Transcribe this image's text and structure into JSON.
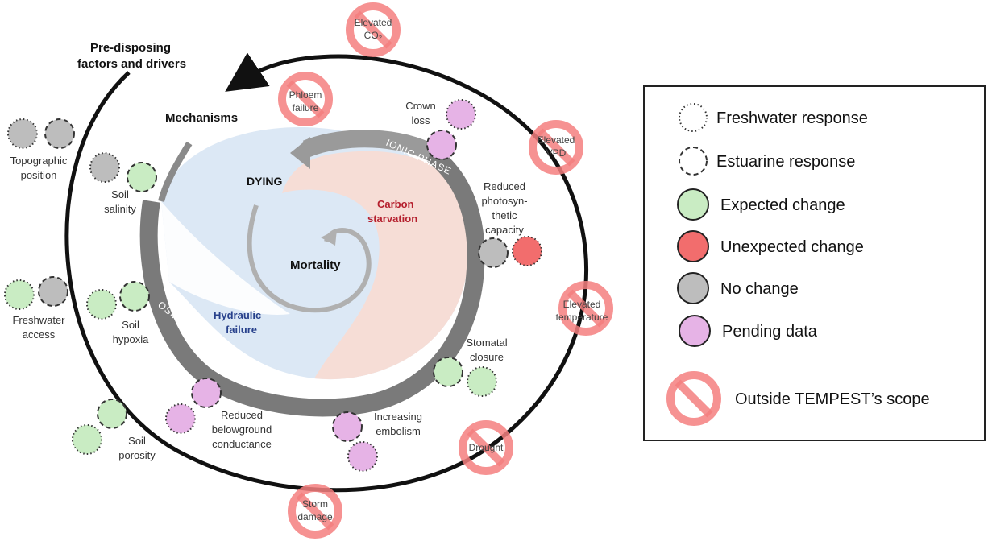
{
  "diagram": {
    "title_predisposing": [
      "Pre-disposing",
      "factors and drivers"
    ],
    "mechanisms": "Mechanisms",
    "dying": "DYING",
    "mortality": "Mortality",
    "carbon_starvation": [
      "Carbon",
      "starvation"
    ],
    "hydraulic_failure": [
      "Hydraulic",
      "failure"
    ],
    "ionic_phase": "IONIC PHASE",
    "osmotic_phase": "OSMOTIC PHASE",
    "factors": {
      "topographic_position": [
        "Topographic",
        "position"
      ],
      "soil_salinity": [
        "Soil",
        "salinity"
      ],
      "freshwater_access": [
        "Freshwater",
        "access"
      ],
      "soil_hypoxia": [
        "Soil",
        "hypoxia"
      ],
      "soil_porosity": [
        "Soil",
        "porosity"
      ],
      "reduced_belowground_conductance": [
        "Reduced",
        "belowground",
        "conductance"
      ],
      "increasing_embolism": [
        "Increasing",
        "embolism"
      ],
      "stomatal_closure": [
        "Stomatal",
        "closure"
      ],
      "reduced_photosynthetic_capacity": [
        "Reduced",
        "photosyn-",
        "thetic",
        "capacity"
      ],
      "crown_loss": [
        "Crown",
        "loss"
      ]
    },
    "out_of_scope": {
      "elevated_co2": [
        "Elevated",
        "CO₂"
      ],
      "phloem_failure": [
        "Phloem",
        "failure"
      ],
      "elevated_vpd": [
        "Elevated",
        "VPD"
      ],
      "elevated_temperature": [
        "Elevated",
        "temperature"
      ],
      "drought": [
        "Drought"
      ],
      "storm_damage": [
        "Storm",
        "damage"
      ]
    }
  },
  "legend": {
    "freshwater": "Freshwater response",
    "estuarine": "Estuarine response",
    "expected": "Expected change",
    "unexpected": "Unexpected change",
    "no_change": "No change",
    "pending": "Pending data",
    "outside": "Outside TEMPEST’s scope"
  },
  "colors": {
    "expected": "#c9ecc3",
    "unexpected": "#f26d6d",
    "no_change": "#bdbdbd",
    "pending": "#e6b3e6",
    "ban": "#f47f7f",
    "carbon_text": "#b5202e",
    "hydraulic_text": "#27408b",
    "pink_fill": "#f6ddd6",
    "blue_fill": "#dce8f5"
  }
}
